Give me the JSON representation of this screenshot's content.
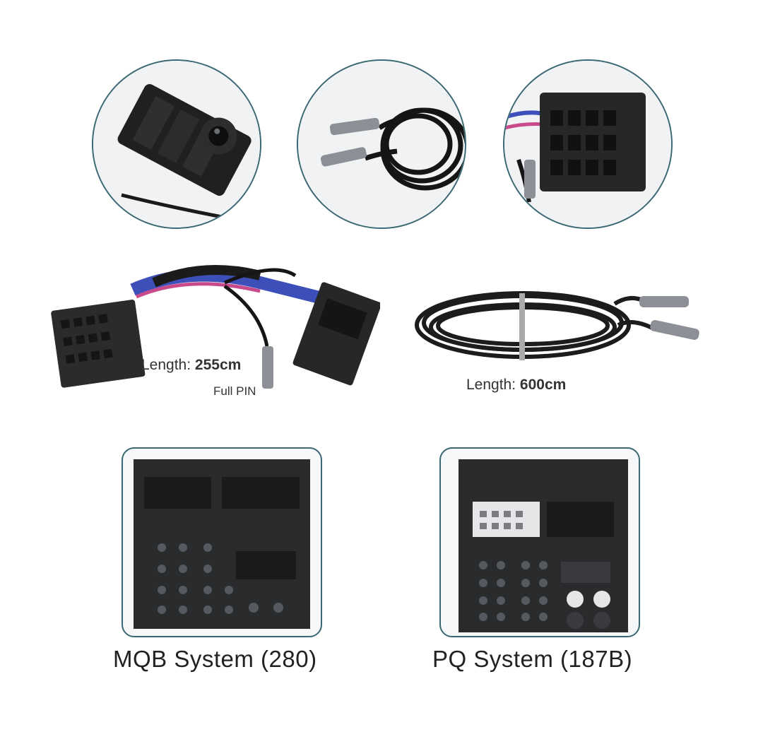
{
  "circles": [
    {
      "name": "camera-closeup",
      "icon": "rear-camera-module-icon"
    },
    {
      "name": "cable-connector-closeup",
      "icon": "cable-plug-icon"
    },
    {
      "name": "harness-plug-closeup",
      "icon": "harness-connector-icon"
    }
  ],
  "harness": {
    "length_prefix": "Length:",
    "length_value": "255cm",
    "pin_label": "Full PIN"
  },
  "extension_cable": {
    "length_prefix": "Length:",
    "length_value": "600cm"
  },
  "systems": [
    {
      "caption": "MQB System (280)"
    },
    {
      "caption": "PQ System (187B)"
    }
  ],
  "colors": {
    "accent_border": "#3a6872",
    "connector_body": "#2a2b2d",
    "cable": "#1c1c1c",
    "wire_blue": "#3d4fb8",
    "wire_pink": "#c94a8a"
  }
}
